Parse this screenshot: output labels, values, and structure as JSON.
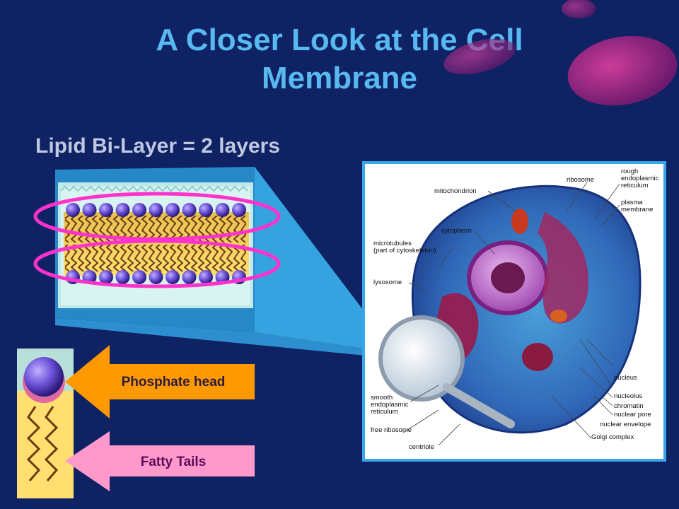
{
  "slide": {
    "title_line1": "A Closer Look at the Cell",
    "title_line2": "Membrane",
    "subtitle": "Lipid Bi-Layer = 2 layers"
  },
  "arrows": {
    "head_label": "Phosphate head",
    "tails_label": "Fatty Tails"
  },
  "cell_labels": {
    "ribosome": "ribosome",
    "rough_er": [
      "rough",
      "endoplasmic",
      "reticulum"
    ],
    "mitochondrion": "mitochondrion",
    "plasma_membrane": [
      "plasma",
      "membrane"
    ],
    "cytoplasm": "cytoplasm",
    "microtubules": [
      "microtubules",
      "(part of cytoskeleton)"
    ],
    "lysosome": "lysosome",
    "nucleus": "nucleus",
    "smooth_er": [
      "smooth",
      "endoplasmic",
      "reticulum"
    ],
    "nucleolus": "nucleolus",
    "chromatin": "chromatin",
    "nuclear_pore": "nuclear pore",
    "free_ribosome": "free ribosome",
    "nuclear_envelope": "nuclear envelope",
    "centriole": "centriole",
    "golgi": "Golgi complex"
  },
  "colors": {
    "background": "#0f2264",
    "title": "#58b8f0",
    "head_arrow": "#ff9900",
    "tails_arrow": "#ff99cc",
    "highlight_ring": "#ff33cc",
    "zoom_panel": "#34a3e0"
  }
}
